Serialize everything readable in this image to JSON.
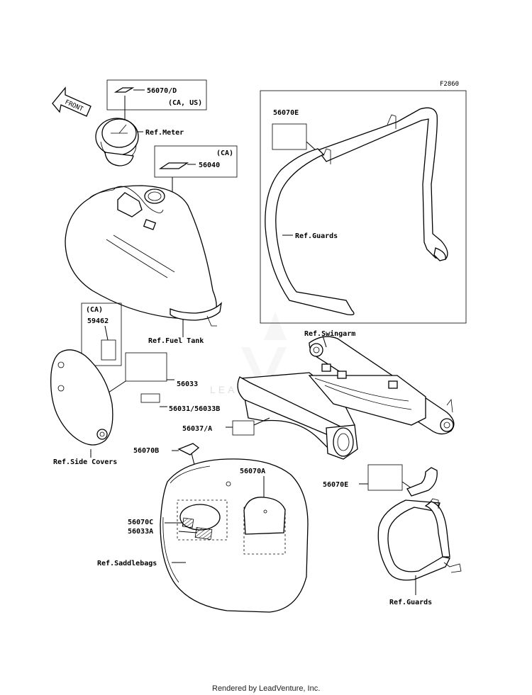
{
  "diagram": {
    "figure_code": "F2860",
    "front_label": "FRONT",
    "footer": "Rendered by LeadVenture, Inc.",
    "watermark": "LEADVENTURE",
    "labels": {
      "l_56070d": "56070/D",
      "l_ca_us": "(CA, US)",
      "l_ref_meter": "Ref.Meter",
      "l_ca1": "(CA)",
      "l_56040": "56040",
      "l_ref_fuel_tank": "Ref.Fuel Tank",
      "l_ca2": "(CA)",
      "l_59462": "59462",
      "l_56033": "56033",
      "l_56031": "56031/56033B",
      "l_56037": "56037/A",
      "l_ref_side_covers": "Ref.Side Covers",
      "l_56070b": "56070B",
      "l_56070a": "56070A",
      "l_56070c": "56070C",
      "l_56033a": "56033A",
      "l_ref_saddlebags": "Ref.Saddlebags",
      "l_56070e_top": "56070E",
      "l_ref_guards_top": "Ref.Guards",
      "l_ref_swingarm": "Ref.Swingarm",
      "l_56070e_bot": "56070E",
      "l_ref_guards_bot": "Ref.Guards"
    }
  }
}
